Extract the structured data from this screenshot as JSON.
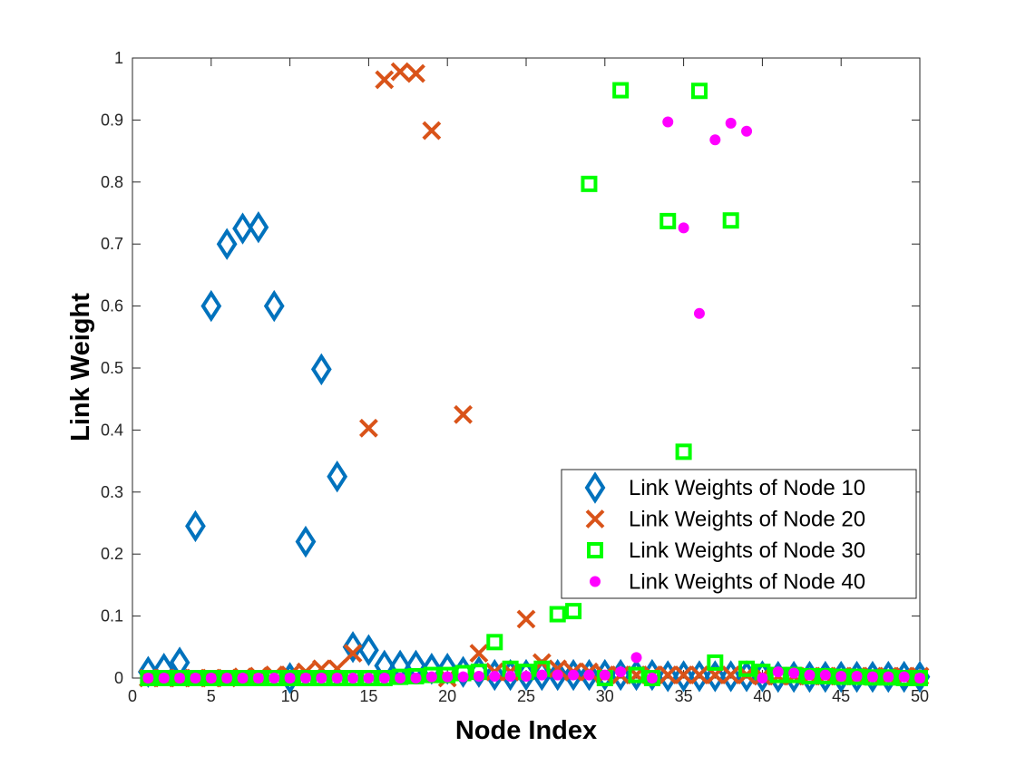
{
  "chart_data": {
    "type": "scatter",
    "title": "",
    "xlabel": "Node Index",
    "ylabel": "Link Weight",
    "xlim": [
      0,
      50
    ],
    "ylim": [
      0,
      1
    ],
    "x_ticks": [
      0,
      5,
      10,
      15,
      20,
      25,
      30,
      35,
      40,
      45,
      50
    ],
    "y_ticks": [
      0,
      0.1,
      0.2,
      0.3,
      0.4,
      0.5,
      0.6,
      0.7,
      0.8,
      0.9,
      1
    ],
    "x_tick_labels": [
      "0",
      "5",
      "10",
      "15",
      "20",
      "25",
      "30",
      "35",
      "40",
      "45",
      "50"
    ],
    "y_tick_labels": [
      "0",
      "0.1",
      "0.2",
      "0.3",
      "0.4",
      "0.5",
      "0.6",
      "0.7",
      "0.8",
      "0.9",
      "1"
    ],
    "grid": false,
    "box": true,
    "legend_position": "bottom-right",
    "series": [
      {
        "name": "Link Weights of Node 10",
        "marker": "diamond",
        "color": "#0072BD",
        "points": [
          [
            1,
            0.01
          ],
          [
            2,
            0.015
          ],
          [
            3,
            0.025
          ],
          [
            4,
            0.245
          ],
          [
            5,
            0.6
          ],
          [
            6,
            0.7
          ],
          [
            7,
            0.725
          ],
          [
            8,
            0.727
          ],
          [
            9,
            0.6
          ],
          [
            10,
            0.0
          ],
          [
            11,
            0.22
          ],
          [
            12,
            0.498
          ],
          [
            13,
            0.325
          ],
          [
            14,
            0.05
          ],
          [
            15,
            0.045
          ],
          [
            16,
            0.02
          ],
          [
            17,
            0.02
          ],
          [
            18,
            0.02
          ],
          [
            19,
            0.015
          ],
          [
            20,
            0.015
          ],
          [
            21,
            0.01
          ],
          [
            22,
            0.01
          ],
          [
            23,
            0.005
          ],
          [
            24,
            0.005
          ],
          [
            25,
            0.005
          ],
          [
            26,
            0.005
          ],
          [
            27,
            0.005
          ],
          [
            28,
            0.005
          ],
          [
            29,
            0.005
          ],
          [
            30,
            0.005
          ],
          [
            31,
            0.005
          ],
          [
            32,
            0.005
          ],
          [
            33,
            0.005
          ],
          [
            34,
            0.003
          ],
          [
            35,
            0.003
          ],
          [
            36,
            0.003
          ],
          [
            37,
            0.003
          ],
          [
            38,
            0.003
          ],
          [
            39,
            0.003
          ],
          [
            40,
            0.003
          ],
          [
            41,
            0.002
          ],
          [
            42,
            0.002
          ],
          [
            43,
            0.002
          ],
          [
            44,
            0.002
          ],
          [
            45,
            0.002
          ],
          [
            46,
            0.002
          ],
          [
            47,
            0.002
          ],
          [
            48,
            0.002
          ],
          [
            49,
            0.002
          ],
          [
            50,
            0.002
          ]
        ]
      },
      {
        "name": "Link Weights of Node 20",
        "marker": "x",
        "color": "#D95319",
        "points": [
          [
            1,
            0.0
          ],
          [
            2,
            0.0
          ],
          [
            3,
            0.0
          ],
          [
            4,
            0.0
          ],
          [
            5,
            0.0
          ],
          [
            6,
            0.0
          ],
          [
            7,
            0.002
          ],
          [
            8,
            0.003
          ],
          [
            9,
            0.005
          ],
          [
            10,
            0.005
          ],
          [
            11,
            0.01
          ],
          [
            12,
            0.015
          ],
          [
            13,
            0.015
          ],
          [
            14,
            0.04
          ],
          [
            15,
            0.403
          ],
          [
            16,
            0.965
          ],
          [
            17,
            0.978
          ],
          [
            18,
            0.975
          ],
          [
            19,
            0.883
          ],
          [
            20,
            0.0
          ],
          [
            21,
            0.425
          ],
          [
            22,
            0.04
          ],
          [
            23,
            0.01
          ],
          [
            24,
            0.01
          ],
          [
            25,
            0.095
          ],
          [
            26,
            0.025
          ],
          [
            27,
            0.015
          ],
          [
            28,
            0.01
          ],
          [
            29,
            0.01
          ],
          [
            30,
            0.005
          ],
          [
            31,
            0.005
          ],
          [
            32,
            0.005
          ],
          [
            33,
            0.005
          ],
          [
            34,
            0.005
          ],
          [
            35,
            0.005
          ],
          [
            36,
            0.005
          ],
          [
            37,
            0.005
          ],
          [
            38,
            0.005
          ],
          [
            39,
            0.005
          ],
          [
            40,
            0.003
          ],
          [
            41,
            0.003
          ],
          [
            42,
            0.003
          ],
          [
            43,
            0.003
          ],
          [
            44,
            0.003
          ],
          [
            45,
            0.003
          ],
          [
            46,
            0.003
          ],
          [
            47,
            0.003
          ],
          [
            48,
            0.003
          ],
          [
            49,
            0.003
          ],
          [
            50,
            0.003
          ]
        ]
      },
      {
        "name": "Link Weights of Node 30",
        "marker": "square",
        "color": "#00FF00",
        "points": [
          [
            1,
            0.0
          ],
          [
            2,
            0.0
          ],
          [
            3,
            0.0
          ],
          [
            4,
            0.0
          ],
          [
            5,
            0.0
          ],
          [
            6,
            0.0
          ],
          [
            7,
            0.0
          ],
          [
            8,
            0.0
          ],
          [
            9,
            0.0
          ],
          [
            10,
            0.0
          ],
          [
            11,
            0.0
          ],
          [
            12,
            0.0
          ],
          [
            13,
            0.0
          ],
          [
            14,
            0.0
          ],
          [
            15,
            0.0
          ],
          [
            16,
            0.0
          ],
          [
            17,
            0.002
          ],
          [
            18,
            0.003
          ],
          [
            19,
            0.005
          ],
          [
            20,
            0.005
          ],
          [
            21,
            0.008
          ],
          [
            22,
            0.01
          ],
          [
            23,
            0.058
          ],
          [
            24,
            0.015
          ],
          [
            25,
            0.01
          ],
          [
            26,
            0.015
          ],
          [
            27,
            0.103
          ],
          [
            28,
            0.108
          ],
          [
            29,
            0.797
          ],
          [
            30,
            0.0
          ],
          [
            31,
            0.948
          ],
          [
            32,
            0.005
          ],
          [
            33,
            0.0
          ],
          [
            34,
            0.737
          ],
          [
            35,
            0.365
          ],
          [
            36,
            0.947
          ],
          [
            37,
            0.025
          ],
          [
            38,
            0.738
          ],
          [
            39,
            0.015
          ],
          [
            40,
            0.01
          ],
          [
            41,
            0.005
          ],
          [
            42,
            0.005
          ],
          [
            43,
            0.003
          ],
          [
            44,
            0.003
          ],
          [
            45,
            0.002
          ],
          [
            46,
            0.002
          ],
          [
            47,
            0.001
          ],
          [
            48,
            0.001
          ],
          [
            49,
            0.0
          ],
          [
            50,
            0.0
          ]
        ]
      },
      {
        "name": "Link Weights of Node 40",
        "marker": "dot",
        "color": "#FF00FF",
        "points": [
          [
            1,
            0.0
          ],
          [
            2,
            0.0
          ],
          [
            3,
            0.0
          ],
          [
            4,
            0.0
          ],
          [
            5,
            0.0
          ],
          [
            6,
            0.0
          ],
          [
            7,
            0.0
          ],
          [
            8,
            0.0
          ],
          [
            9,
            0.0
          ],
          [
            10,
            0.0
          ],
          [
            11,
            0.0
          ],
          [
            12,
            0.0
          ],
          [
            13,
            0.0
          ],
          [
            14,
            0.0
          ],
          [
            15,
            0.0
          ],
          [
            16,
            0.0
          ],
          [
            17,
            0.0
          ],
          [
            18,
            0.0
          ],
          [
            19,
            0.002
          ],
          [
            20,
            0.002
          ],
          [
            21,
            0.002
          ],
          [
            22,
            0.003
          ],
          [
            23,
            0.003
          ],
          [
            24,
            0.003
          ],
          [
            25,
            0.003
          ],
          [
            26,
            0.005
          ],
          [
            27,
            0.005
          ],
          [
            28,
            0.005
          ],
          [
            29,
            0.005
          ],
          [
            30,
            0.005
          ],
          [
            31,
            0.01
          ],
          [
            32,
            0.033
          ],
          [
            33,
            0.0
          ],
          [
            34,
            0.897
          ],
          [
            35,
            0.726
          ],
          [
            36,
            0.588
          ],
          [
            37,
            0.868
          ],
          [
            38,
            0.895
          ],
          [
            39,
            0.882
          ],
          [
            40,
            0.0
          ],
          [
            41,
            0.01
          ],
          [
            42,
            0.008
          ],
          [
            43,
            0.005
          ],
          [
            44,
            0.005
          ],
          [
            45,
            0.003
          ],
          [
            46,
            0.003
          ],
          [
            47,
            0.002
          ],
          [
            48,
            0.002
          ],
          [
            49,
            0.002
          ],
          [
            50,
            0.0
          ]
        ]
      }
    ]
  }
}
